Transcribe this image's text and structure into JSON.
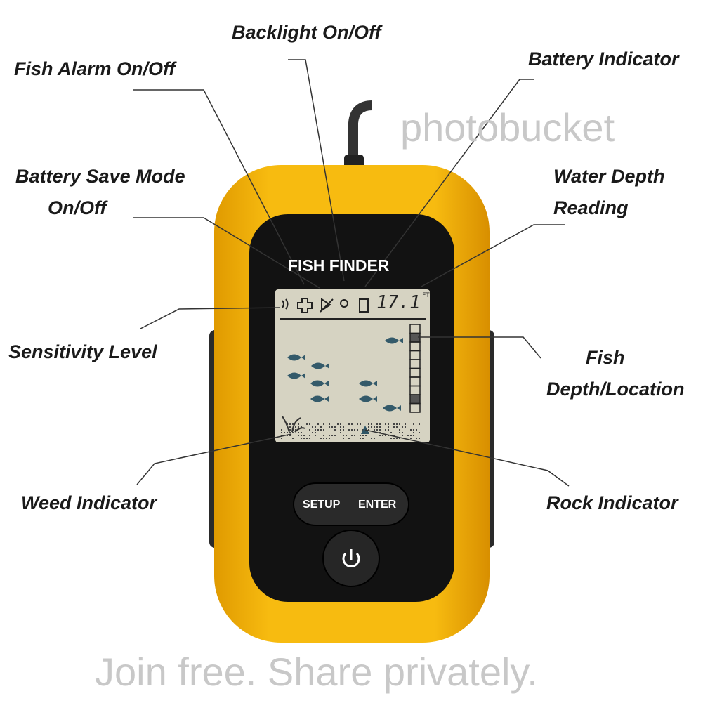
{
  "device": {
    "brand_label": "FISH FINDER",
    "buttons": {
      "setup": "SETUP",
      "enter": "ENTER",
      "power_icon": "power-icon"
    },
    "display": {
      "depth": "17.1",
      "unit": "FT",
      "fish_count": 9
    },
    "colors": {
      "body": "#f5b400",
      "face": "#111111",
      "lcd": "#d6d3c2"
    }
  },
  "callouts": {
    "backlight": "Backlight On/Off",
    "fish_alarm": "Fish Alarm On/Off",
    "battery_indicator": "Battery Indicator",
    "battery_save_line1": "Battery Save Mode",
    "battery_save_line2": "On/Off",
    "water_depth_line1": "Water Depth",
    "water_depth_line2": "Reading",
    "sensitivity": "Sensitivity Level",
    "fish_depth_line1": "Fish",
    "fish_depth_line2": "Depth/Location",
    "weed": "Weed Indicator",
    "rock": "Rock Indicator"
  },
  "watermark": {
    "logo": "photobucket",
    "tagline": "Join free. Share privately."
  }
}
